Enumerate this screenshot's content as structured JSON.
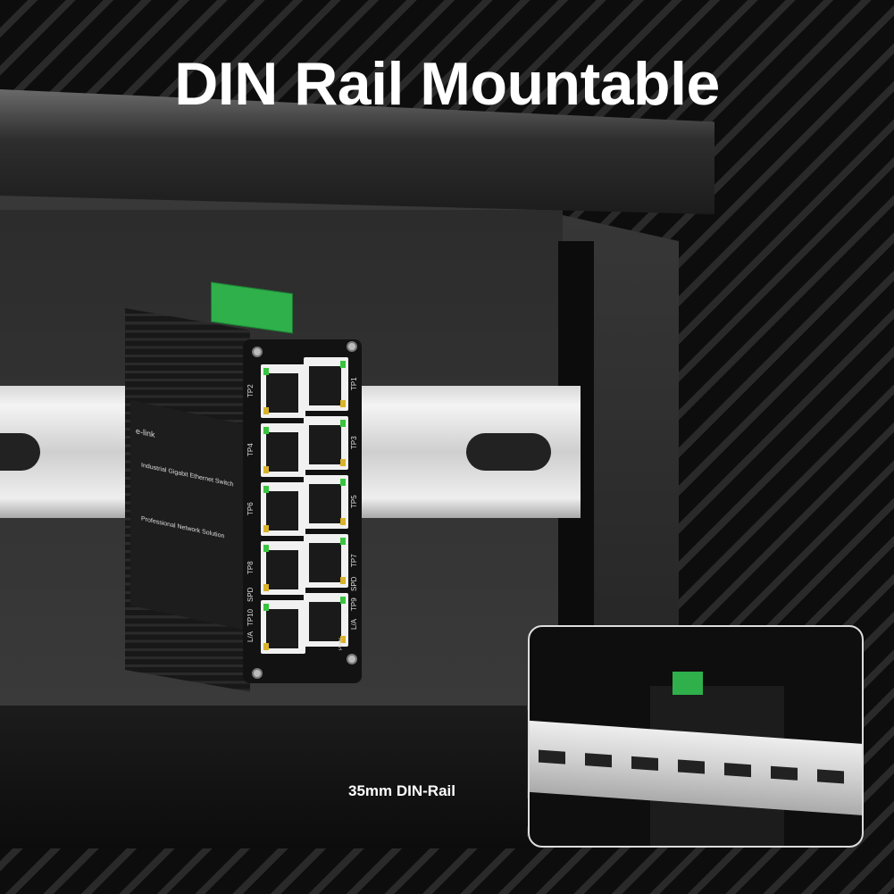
{
  "title": "DIN Rail Mountable",
  "caption": "35mm DIN-Rail",
  "device": {
    "brand": "e-link",
    "product_line": "Industrial Gigabit Ethernet Switch",
    "tagline": "Professional Network Solution",
    "left_port_labels": [
      "TP2",
      "TP4",
      "TP6",
      "TP8",
      "TP10"
    ],
    "right_port_labels": [
      "TP1",
      "TP3",
      "TP5",
      "TP7",
      "TP9"
    ],
    "indicator_labels": {
      "spd": "SPD",
      "la": "L/A",
      "pwr": "PWR"
    }
  },
  "colors": {
    "terminal_green": "#2fb04a",
    "led_green": "#39c43f",
    "led_yellow": "#d9b32a",
    "background": "#0b0b0b"
  }
}
